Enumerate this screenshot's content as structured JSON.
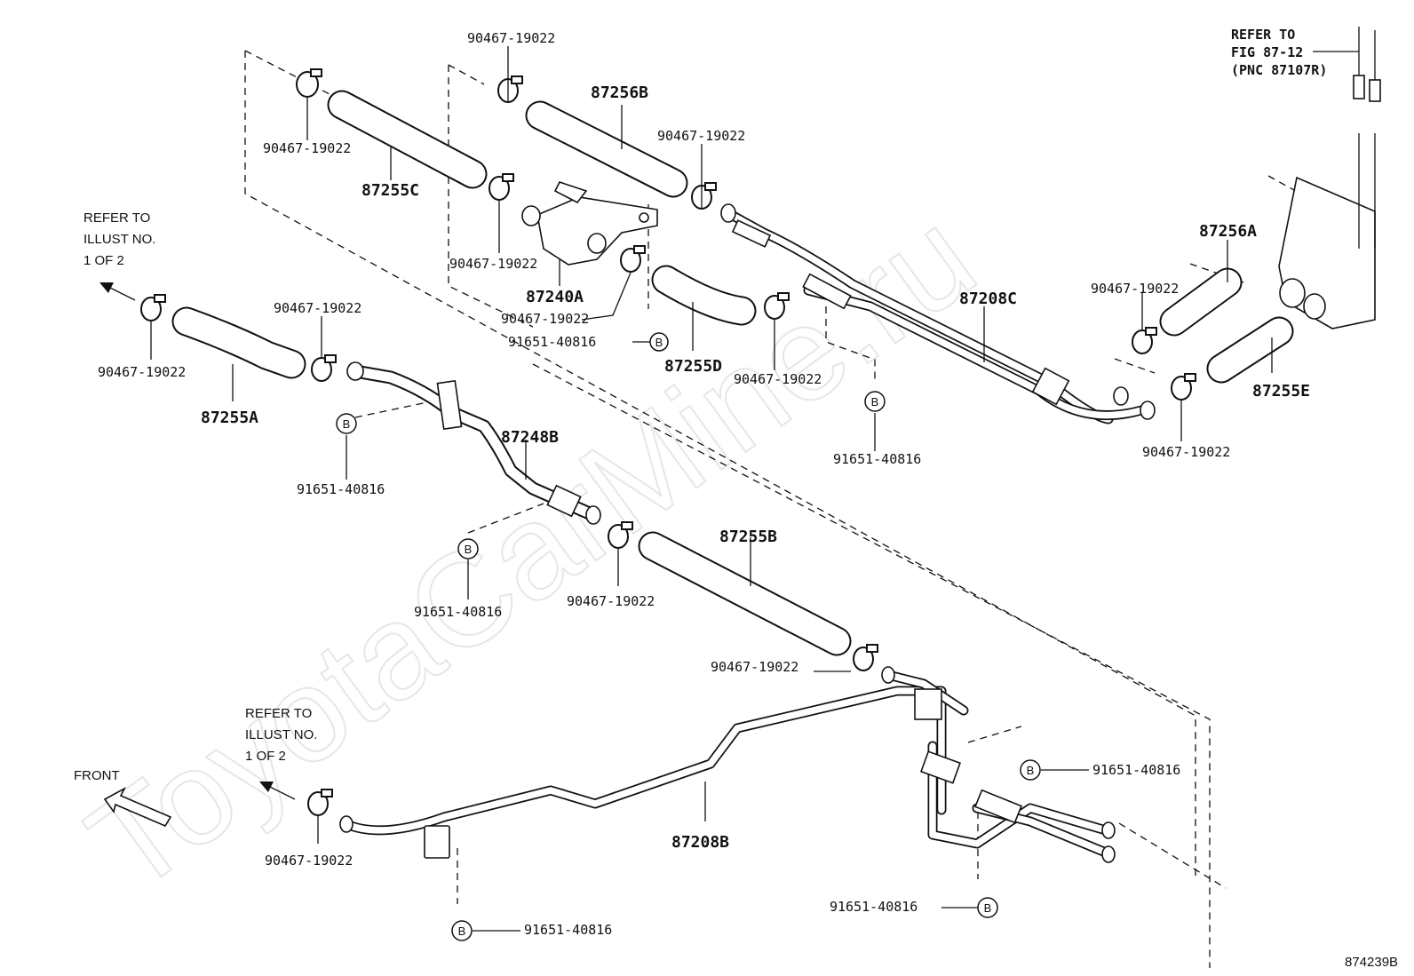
{
  "watermark": "ToyotaCarMine.ru",
  "figure_id": "874239B",
  "notes": {
    "refer_fig_line1": "REFER TO",
    "refer_fig_line2": "FIG 87-12",
    "refer_fig_line3": "(PNC 87107R)",
    "refer_illust_line1": "REFER TO",
    "refer_illust_line2": "ILLUST NO.",
    "refer_illust_line3": "1 OF 2",
    "front": "FRONT"
  },
  "bolt_symbol": "B",
  "parts": {
    "hose_87255A": "87255A",
    "hose_87255B": "87255B",
    "hose_87255C": "87255C",
    "hose_87255D": "87255D",
    "hose_87255E": "87255E",
    "hose_87256A": "87256A",
    "hose_87256B": "87256B",
    "valve_87240A": "87240A",
    "pipe_87248B": "87248B",
    "pipe_87208B": "87208B",
    "pipe_87208C": "87208C",
    "clamp": "90467-19022",
    "bolt": "91651-40816"
  }
}
